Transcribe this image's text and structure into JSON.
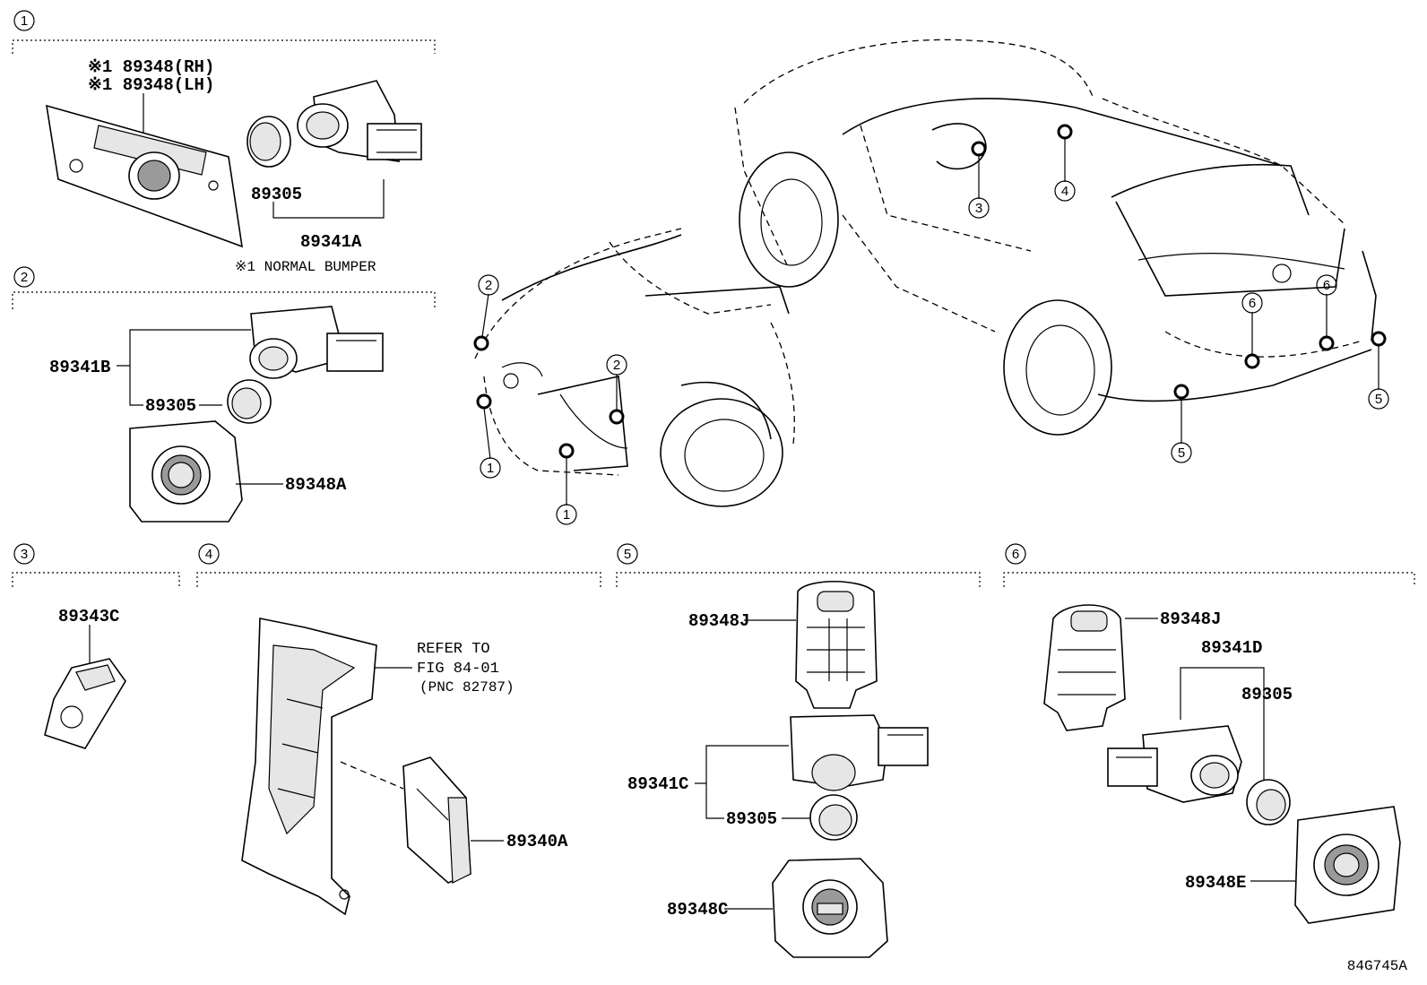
{
  "sections": [
    {
      "id": "1",
      "label": "1"
    },
    {
      "id": "2",
      "label": "2"
    },
    {
      "id": "3",
      "label": "3"
    },
    {
      "id": "4",
      "label": "4"
    },
    {
      "id": "5",
      "label": "5"
    },
    {
      "id": "6",
      "label": "6"
    }
  ],
  "s1": {
    "note_rh": "※1 89348(RH)",
    "note_lh": "※1 89348(LH)",
    "p89305": "89305",
    "p89341A": "89341A",
    "footnote": "※1 NORMAL BUMPER"
  },
  "s2": {
    "p89341B": "89341B",
    "p89305": "89305",
    "p89348A": "89348A"
  },
  "s3": {
    "p89343C": "89343C"
  },
  "s4": {
    "refer1": "REFER TO",
    "refer2": "FIG 84-01",
    "refer3": "(PNC 82787)",
    "p89340A": "89340A"
  },
  "s5": {
    "p89348J": "89348J",
    "p89341C": "89341C",
    "p89305": "89305",
    "p89348C": "89348C"
  },
  "s6": {
    "p89348J": "89348J",
    "p89341D": "89341D",
    "p89305": "89305",
    "p89348E": "89348E"
  },
  "callouts": {
    "c1": "1",
    "c2": "2",
    "c3": "3",
    "c4": "4",
    "c5": "5",
    "c6": "6"
  },
  "figure_code": "84G745A"
}
